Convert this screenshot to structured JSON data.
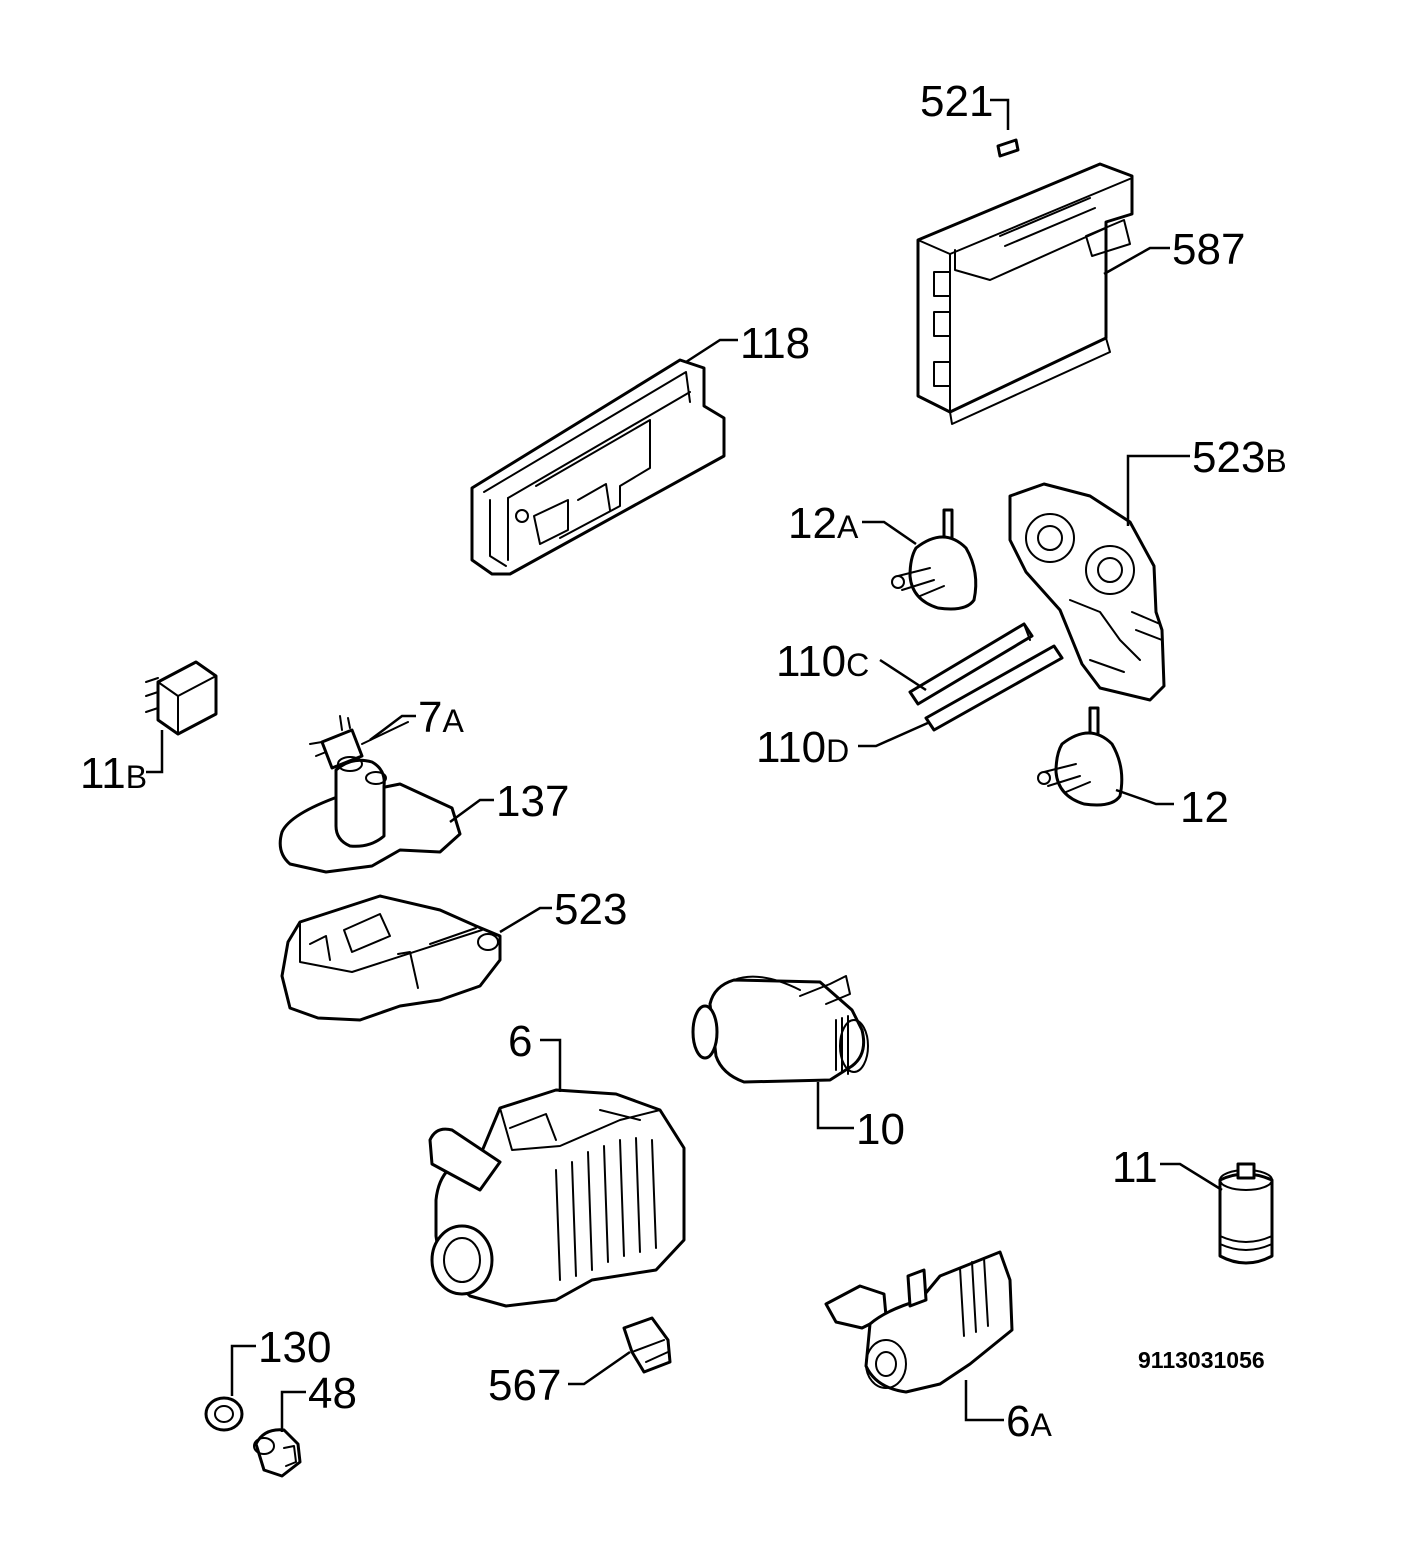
{
  "document_number": "9113031056",
  "labels": {
    "l521": {
      "main": "521",
      "suffix": ""
    },
    "l587": {
      "main": "587",
      "suffix": ""
    },
    "l118": {
      "main": "118",
      "suffix": ""
    },
    "l523B": {
      "main": "523",
      "suffix": "B"
    },
    "l12A": {
      "main": "12",
      "suffix": "A"
    },
    "l110C": {
      "main": "110",
      "suffix": "C"
    },
    "l110D": {
      "main": "110",
      "suffix": "D"
    },
    "l11B": {
      "main": "11",
      "suffix": "B"
    },
    "l7A": {
      "main": "7",
      "suffix": "A"
    },
    "l137": {
      "main": "137",
      "suffix": ""
    },
    "l12": {
      "main": "12",
      "suffix": ""
    },
    "l523": {
      "main": "523",
      "suffix": ""
    },
    "l6": {
      "main": "6",
      "suffix": ""
    },
    "l10": {
      "main": "10",
      "suffix": ""
    },
    "l11": {
      "main": "11",
      "suffix": ""
    },
    "l130": {
      "main": "130",
      "suffix": ""
    },
    "l48": {
      "main": "48",
      "suffix": ""
    },
    "l567": {
      "main": "567",
      "suffix": ""
    },
    "l6A": {
      "main": "6",
      "suffix": "A"
    }
  }
}
